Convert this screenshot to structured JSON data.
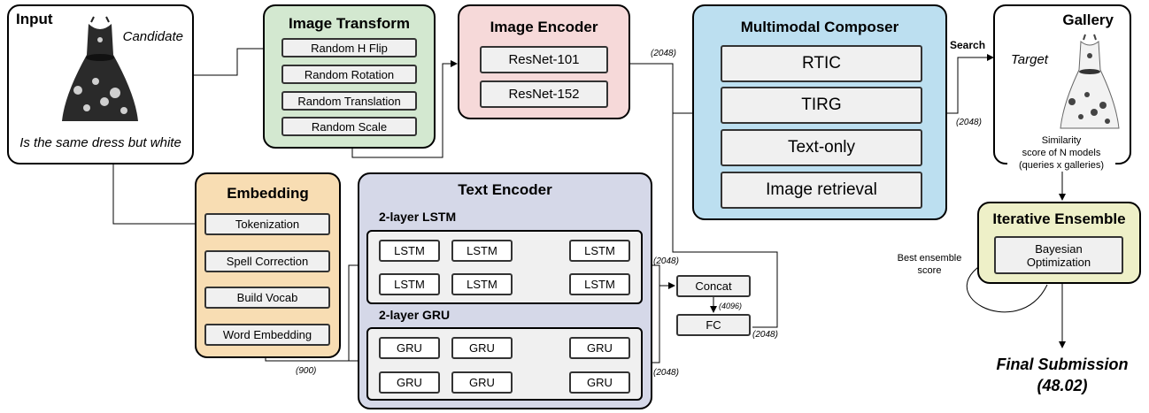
{
  "input": {
    "title": "Input",
    "candidate_label": "Candidate",
    "query_text": "Is the same dress but white"
  },
  "image_transform": {
    "title": "Image Transform",
    "items": [
      "Random H Flip",
      "Random Rotation",
      "Random Translation",
      "Random Scale"
    ]
  },
  "image_encoder": {
    "title": "Image Encoder",
    "items": [
      "ResNet-101",
      "ResNet-152"
    ],
    "dim": "(2048)"
  },
  "composer": {
    "title": "Multimodal Composer",
    "items": [
      "RTIC",
      "TIRG",
      "Text-only",
      "Image retrieval"
    ],
    "search_label": "Search",
    "dim": "(2048)"
  },
  "gallery": {
    "title": "Gallery",
    "target_label": "Target",
    "similarity_lines": [
      "Similarity",
      "score of N models",
      "(queries x galleries)"
    ]
  },
  "embedding": {
    "title": "Embedding",
    "items": [
      "Tokenization",
      "Spell Correction",
      "Build Vocab",
      "Word Embedding"
    ],
    "dim": "(900)"
  },
  "text_encoder": {
    "title": "Text Encoder",
    "lstm_title": "2-layer LSTM",
    "gru_title": "2-layer GRU",
    "lstm_cell": "LSTM",
    "gru_cell": "GRU",
    "lstm_dim": "(2048)",
    "gru_dim": "(2048)"
  },
  "fusion": {
    "concat": "Concat",
    "concat_dim": "(4096)",
    "fc": "FC",
    "fc_dim": "(2048)"
  },
  "ensemble": {
    "title": "Iterative Ensemble",
    "optimizer_lines": [
      "Bayesian",
      "Optimization"
    ],
    "feedback_lines": [
      "Best ensemble",
      "score"
    ]
  },
  "final": {
    "line1": "Final Submission",
    "line2": "(48.02)"
  },
  "colors": {
    "transform": "#d3e8d0",
    "encoder": "#f6d9d9",
    "composer": "#bcdff0",
    "embedding": "#f8ddb3",
    "text_encoder": "#d5d8e8",
    "ensemble": "#eef0c8",
    "box": "#f0f0f0"
  }
}
